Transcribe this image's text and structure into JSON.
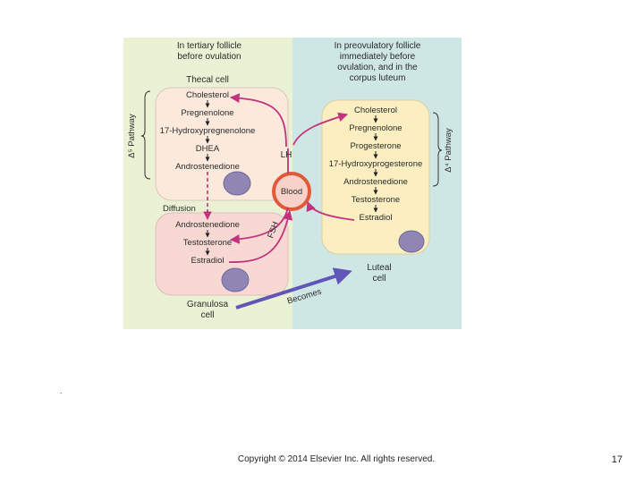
{
  "diagram": {
    "left_header": [
      "In tertiary follicle",
      "before ovulation"
    ],
    "right_header": [
      "In preovulatory follicle",
      "immediately before",
      "ovulation, and in the",
      "corpus luteum"
    ],
    "theca_label": "Thecal cell",
    "theca_steps": [
      "Cholesterol",
      "Pregnenolone",
      "17-Hydroxypregnenolone",
      "DHEA",
      "Androstenedione"
    ],
    "diffusion_label": "Diffusion",
    "granulosa_steps": [
      "Androstenedione",
      "Testosterone",
      "Estradiol"
    ],
    "granulosa_label": [
      "Granulosa",
      "cell"
    ],
    "luteal_steps": [
      "Cholesterol",
      "Pregnenolone",
      "Progesterone",
      "17-Hydroxyprogesterone",
      "Androstenedione",
      "Testosterone",
      "Estradiol"
    ],
    "luteal_label": [
      "Luteal",
      "cell"
    ],
    "lh_label": "LH",
    "fsh_label": "FSH",
    "blood_label": "Blood",
    "becomes_label": "Becomes",
    "delta5_label": "Δ⁵ Pathway",
    "delta4_label": "Δ⁴ Pathway",
    "colors": {
      "left_bg": "#eaf1d4",
      "right_bg": "#cfe7e4",
      "theca_fill": "#fbe9dc",
      "granulosa_fill": "#f8d8d2",
      "luteal_fill": "#fbeec0",
      "arrow": "#c2327f",
      "becomes_arrow": "#6055b8",
      "blood_fill": "#f8d2c9",
      "blood_ring": "#e05a3a",
      "nucleus": "#8f86b3"
    }
  },
  "footer": {
    "dot": ".",
    "copyright": "Copyright © 2014 Elsevier Inc. All rights reserved.",
    "page_number": "17"
  }
}
